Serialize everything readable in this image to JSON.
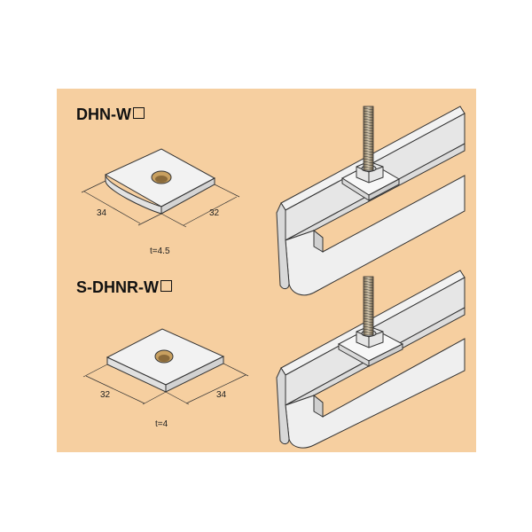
{
  "top": {
    "model": "DHN-W",
    "width": "34",
    "depth": "32",
    "thickness": "t=4.5"
  },
  "bottom": {
    "model": "S-DHNR-W",
    "width": "32",
    "depth": "34",
    "thickness": "t=4"
  },
  "colors": {
    "background": "#f6cfa0",
    "metal": "#f2f2f2",
    "hole": "#c8a060",
    "line": "#333333"
  }
}
